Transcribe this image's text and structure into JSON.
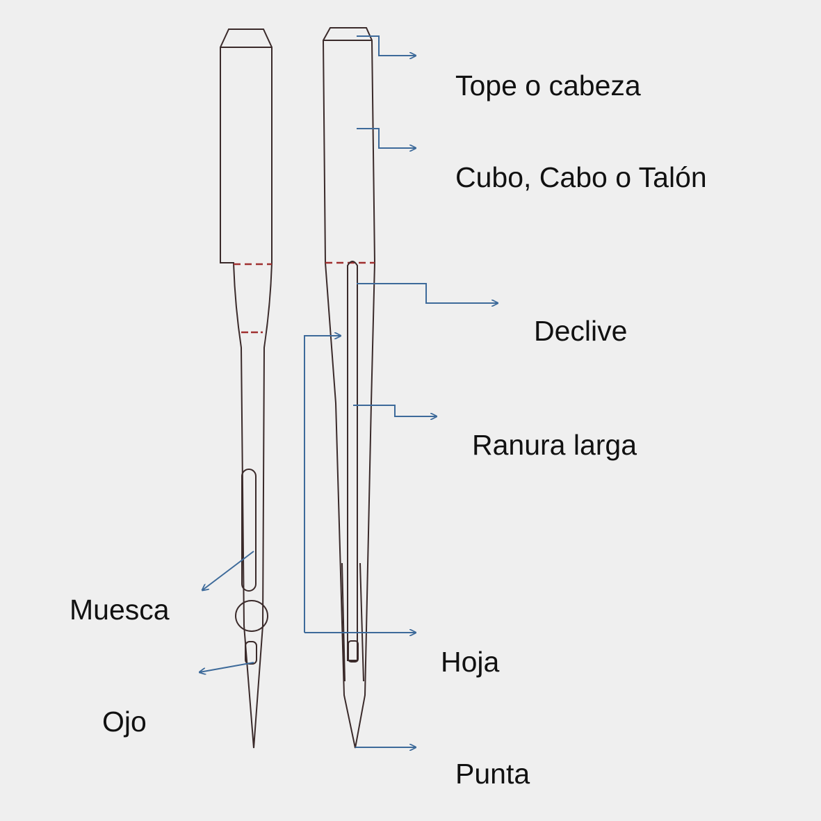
{
  "labels": {
    "tope": "Tope o cabeza",
    "cubo": "Cubo, Cabo o Talón",
    "declive": "Declive",
    "ranura": "Ranura larga",
    "muesca": "Muesca",
    "hoja": "Hoja",
    "ojo": "Ojo",
    "punta": "Punta"
  },
  "colors": {
    "background": "#efefef",
    "needle_outline": "#3a2a2a",
    "arrow": "#3d6a9a",
    "marker": "#a03030"
  }
}
